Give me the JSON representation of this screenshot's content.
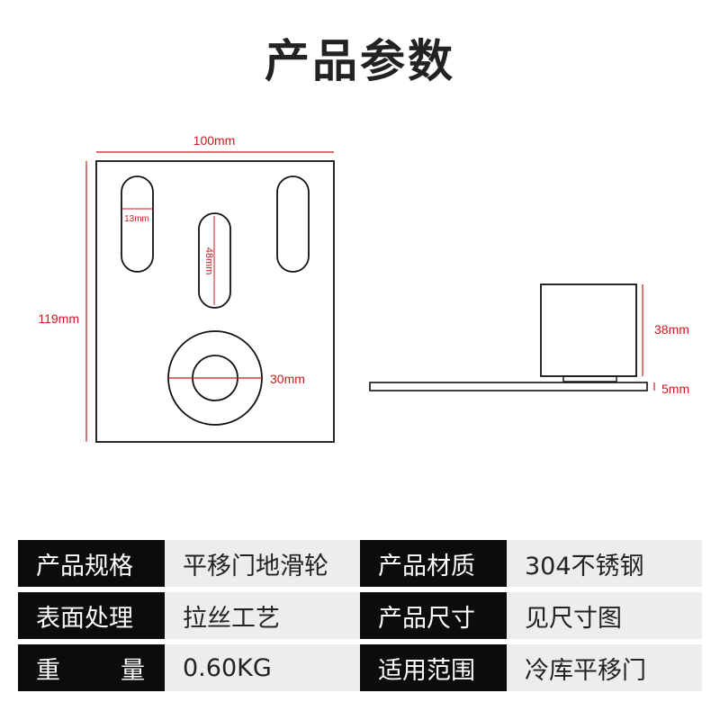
{
  "title": "产品参数",
  "dimensions": {
    "plate_width": "100mm",
    "plate_height": "119mm",
    "slot_width": "13mm",
    "slot_length": "48mm",
    "wheel_diameter": "30mm",
    "side_height": "38mm",
    "base_thickness": "5mm"
  },
  "colors": {
    "dimension_line": "#c8191f",
    "outline": "#111111",
    "label_bg": "#0c0c0c",
    "value_bg": "#ededed"
  },
  "specs": {
    "rows": [
      {
        "label1": "产品规格",
        "value1": "平移门地滑轮",
        "label2": "产品材质",
        "value2": "304不锈钢"
      },
      {
        "label1": "表面处理",
        "value1": "拉丝工艺",
        "label2": "产品尺寸",
        "value2": "见尺寸图"
      },
      {
        "label1": "重",
        "label1b": "量",
        "value1": "0.60KG",
        "label2": "适用范围",
        "value2": "冷库平移门"
      }
    ]
  }
}
